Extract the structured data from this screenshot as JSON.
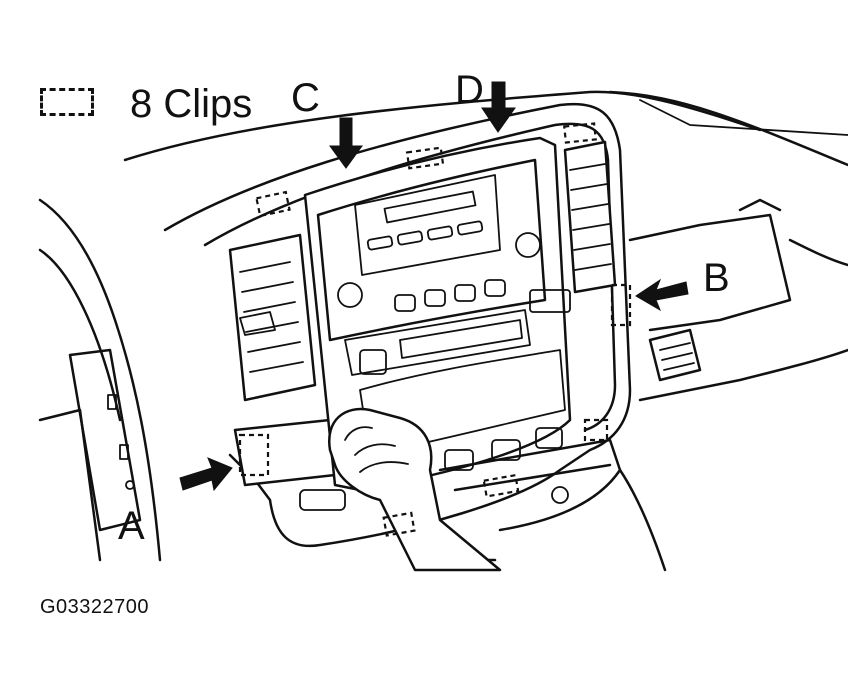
{
  "legend": {
    "text": "8 Clips"
  },
  "callouts": {
    "a": "A",
    "b": "B",
    "c": "C",
    "d": "D"
  },
  "figure_code": "G03322700"
}
